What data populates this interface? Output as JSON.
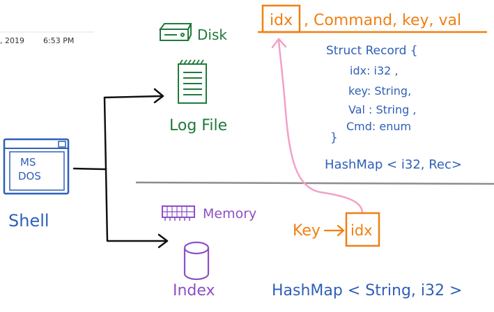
{
  "header_stub": {
    "date_fragment": ", 2019",
    "time": "6:53 PM"
  },
  "colors": {
    "blue": "#2f5fb8",
    "green": "#1f7a3a",
    "orange": "#f07f12",
    "purple": "#8c4fc4",
    "black": "#111111",
    "pink": "#f4a0c8",
    "divider": "#8c8c8c"
  },
  "shell": {
    "screen_line1": "MS",
    "screen_line2": "DOS",
    "label": "Shell"
  },
  "disk": {
    "label": "Disk",
    "logfile_label": "Log File"
  },
  "memory": {
    "label": "Memory",
    "index_label": "Index"
  },
  "record": {
    "box_label": "idx",
    "header_rest": ", Command, key, val",
    "struct_line": "Struct  Record {",
    "fields": [
      "idx: i32 ,",
      "key: String,",
      "Val  : String ,",
      "Cmd: enum"
    ],
    "close": "}",
    "hashmap": "HashMap < i32, Rec>"
  },
  "key_index": {
    "key_label": "Key",
    "box_label": "idx",
    "hashmap": "HashMap < String, i32 >"
  }
}
